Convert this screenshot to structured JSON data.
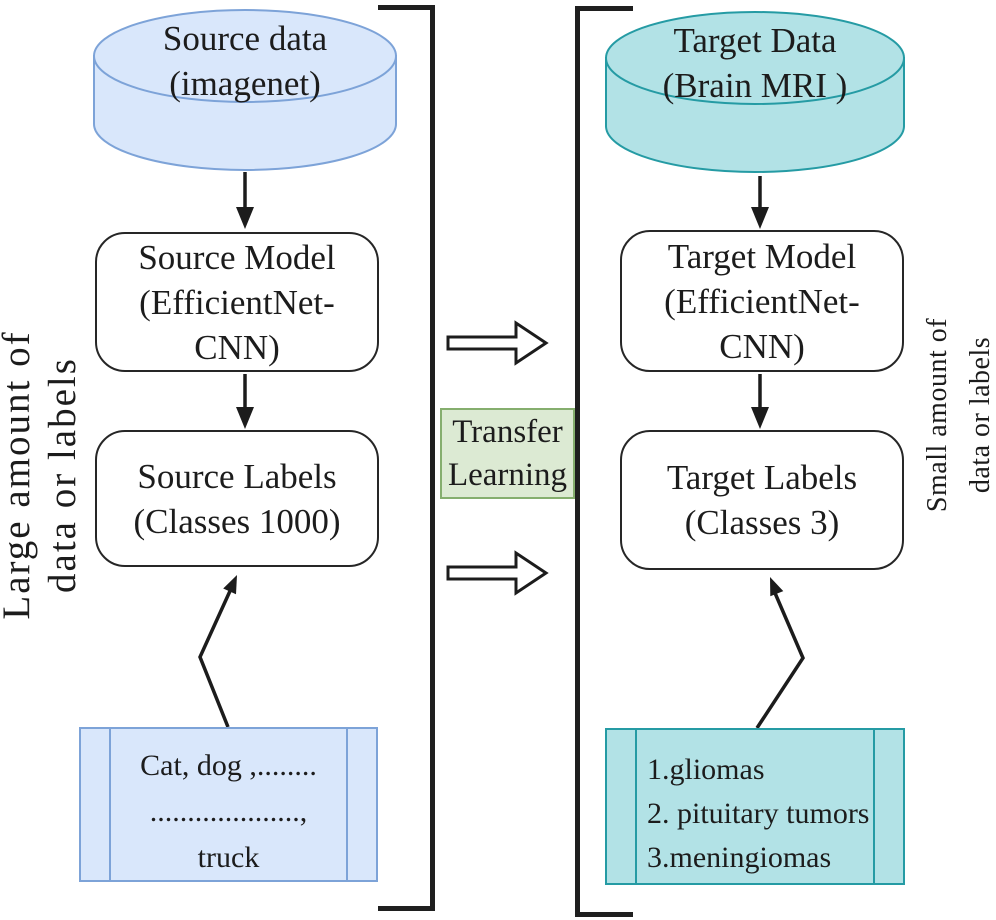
{
  "left_panel": {
    "data_cylinder": {
      "lines": [
        "Source data",
        "(imagenet)"
      ]
    },
    "model_box": {
      "lines": [
        "Source Model",
        "(EfficientNet-",
        "CNN)"
      ]
    },
    "labels_box": {
      "lines": [
        "Source Labels",
        "(Classes 1000)"
      ]
    },
    "examples_box": {
      "lines": [
        "Cat, dog ,........",
        "....................,",
        "truck"
      ]
    },
    "side_note": {
      "lines": [
        "Large amount of",
        "data or labels"
      ]
    }
  },
  "right_panel": {
    "data_cylinder": {
      "lines": [
        "Target Data",
        "(Brain MRI )"
      ]
    },
    "model_box": {
      "lines": [
        "Target Model",
        "(EfficientNet-",
        "CNN)"
      ]
    },
    "labels_box": {
      "lines": [
        "Target Labels",
        "(Classes 3)"
      ]
    },
    "examples_box": {
      "lines": [
        "1.gliomas",
        "2. pituitary tumors",
        "3.meningiomas"
      ]
    },
    "side_note": {
      "lines": [
        "Small amount of",
        "data or labels"
      ]
    }
  },
  "center": {
    "transfer_box": {
      "lines": [
        "Transfer",
        "Learning"
      ]
    }
  },
  "icons": {
    "flow_arrow": "down-arrow",
    "transfer_arrow": "hollow-right-arrow",
    "callout_arrow": "zigzag-up-arrow"
  },
  "colors": {
    "blue_fill": "#d9e7fb",
    "blue_stroke": "#7da3d8",
    "teal_fill": "#b2e2e6",
    "teal_stroke": "#259ba4",
    "green_fill": "#dcead3",
    "green_stroke": "#85ae6e",
    "ink": "#1c1c1c"
  }
}
